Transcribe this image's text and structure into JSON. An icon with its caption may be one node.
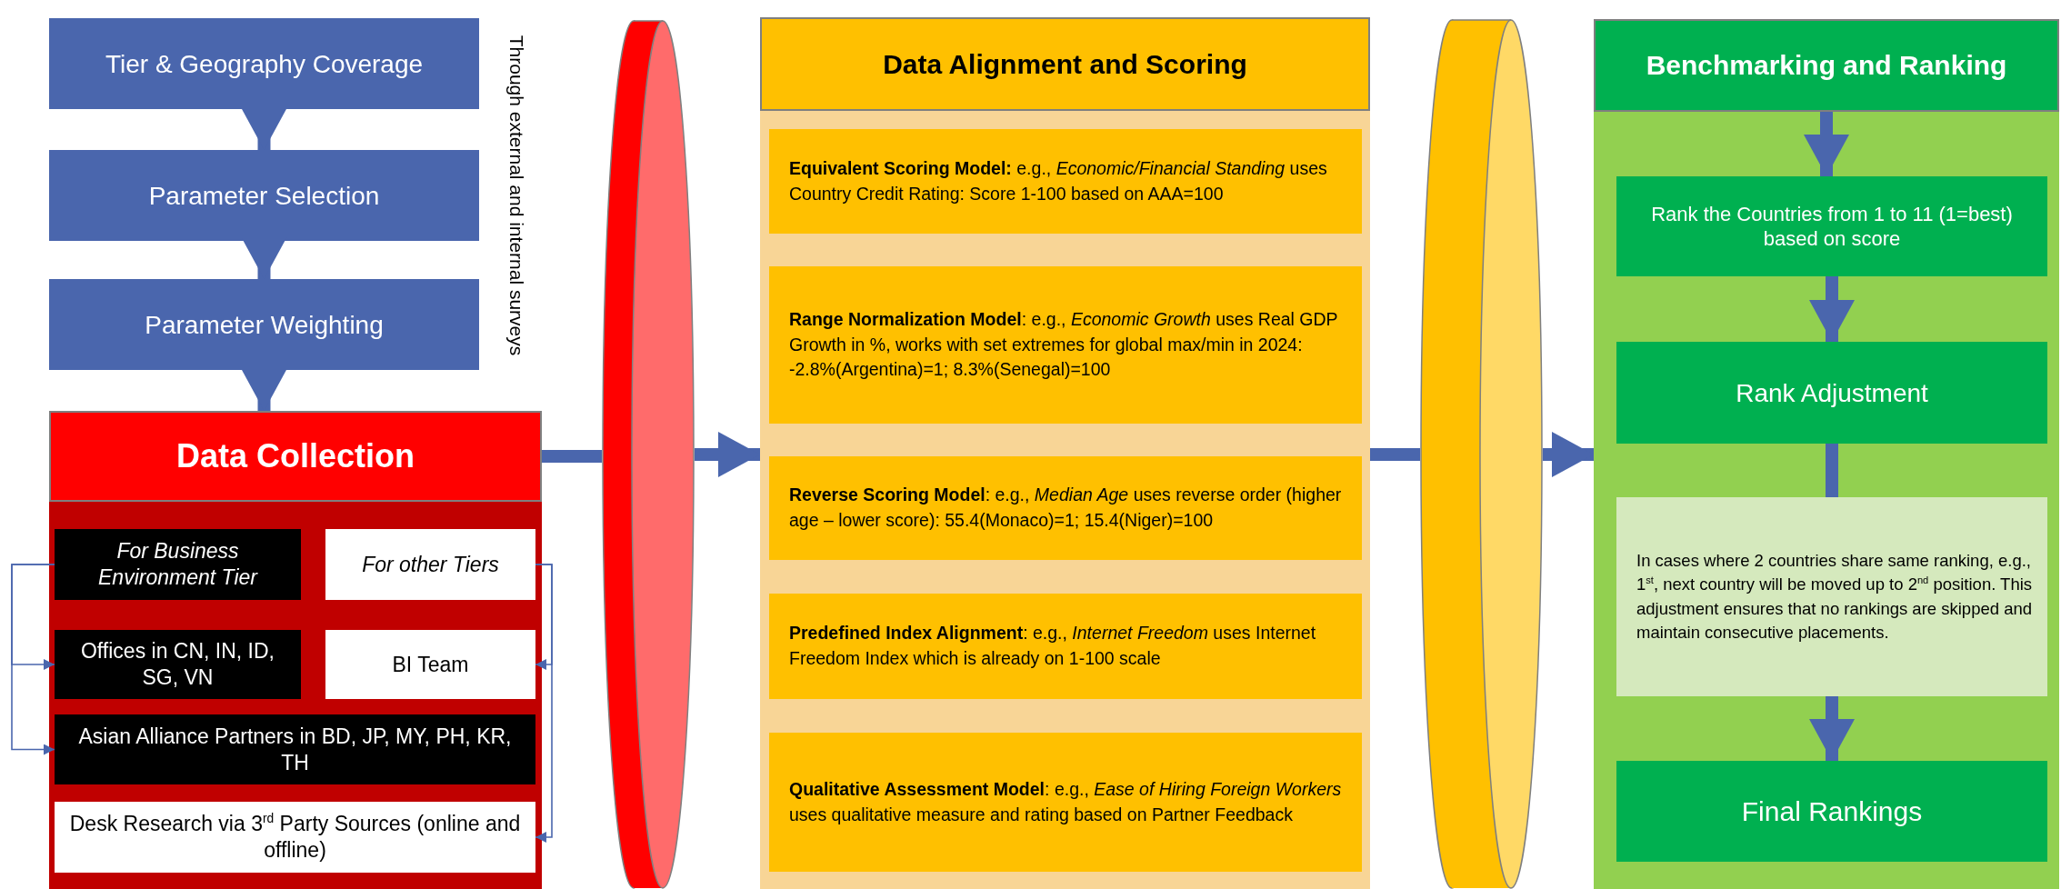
{
  "diagram": {
    "nodes": [
      {
        "text": [
          "Tier & Geography Coverage"
        ]
      },
      {
        "text": [
          "Parameter Selection"
        ]
      },
      {
        "text": [
          "Parameter Weighting"
        ]
      },
      {
        "text": [
          "Data Collection"
        ]
      },
      {
        "text": [
          "For Business Environment Tier"
        ],
        "in": 3
      },
      {
        "text": [
          "For other Tiers"
        ],
        "in": 3
      },
      {
        "text": [
          "Offices in CN, IN, ID, SG, VN"
        ],
        "in": 3
      },
      {
        "text": [
          "BI Team"
        ],
        "in": 3
      },
      {
        "text": [
          "Asian Alliance Partners in BD, JP, MY, PH, KR, TH"
        ],
        "in": 3
      },
      {
        "text": [
          "Desk Research via 3$^{rd}$ Party Sources (online and offline)"
        ],
        "in": 3
      },
      {
        "text": [],
        "shape": "cylinder"
      },
      {
        "text": [
          "Data Alignment and Scoring"
        ]
      },
      {
        "text": [
          "**Equivalent Scoring Model:** e.g., *Economic/Financial Standing* uses Country Credit Rating: Score 1-100 based on AAA=100"
        ],
        "in": 11
      },
      {
        "text": [
          "**Range Normalization Model**: e.g., *Economic Growth* uses Real GDP Growth in %, works with set extremes for global max/min in 2024: -2.8%(Argentina)=1; 8.3%(Senegal)=100"
        ],
        "in": 11
      },
      {
        "text": [
          "**Reverse Scoring Model**: e.g., *Median Age* uses reverse order (higher age – lower score): 55.4(Monaco)=1; 15.4(Niger)=100"
        ],
        "in": 11
      },
      {
        "text": [
          "**Predefined Index Alignment**: e.g., *Internet Freedom* uses Internet Freedom Index which is already on 1-100 scale"
        ],
        "in": 11
      },
      {
        "text": [
          "**Qualitative Assessment Model**: e.g., *Ease of Hiring Foreign Workers* uses qualitative measure and rating based on Partner Feedback"
        ],
        "in": 11
      },
      {
        "text": [],
        "shape": "cylinder"
      },
      {
        "text": [
          "Benchmarking and Ranking"
        ]
      },
      {
        "text": [
          "Rank the Countries from 1 to 11 (1=best) based on score"
        ],
        "in": 18
      },
      {
        "text": [
          "Rank Adjustment"
        ],
        "in": 18
      },
      {
        "text": [
          "In cases where 2 countries share same ranking, e.g., 1$^{st}$, next country will be moved up to 2$^{nd}$ position. This adjustment ensures that no rankings are skipped and maintain consecutive placements."
        ],
        "in": 18
      },
      {
        "text": [
          "Final Rankings"
        ],
        "in": 18
      }
    ],
    "edges": [
      {
        "from": 0,
        "to": 1,
        "arrow": "to"
      },
      {
        "from": 1,
        "to": 2,
        "arrow": "to"
      },
      {
        "from": 2,
        "to": 3,
        "arrow": "to"
      },
      {
        "from": 4,
        "to": 6,
        "arrow": "to"
      },
      {
        "from": 4,
        "to": 8,
        "arrow": "to"
      },
      {
        "from": 5,
        "to": 7,
        "arrow": "to"
      },
      {
        "from": 5,
        "to": 9,
        "arrow": "to"
      },
      {
        "from": 3,
        "to": 10,
        "arrow": "none"
      },
      {
        "from": 10,
        "to": 11,
        "arrow": "to"
      },
      {
        "from": 11,
        "to": 17,
        "arrow": "none"
      },
      {
        "from": 17,
        "to": 18,
        "arrow": "to"
      },
      {
        "from": null,
        "to": 19,
        "arrow": "to"
      },
      {
        "from": 19,
        "to": 20,
        "arrow": "to"
      },
      {
        "from": 20,
        "to": 21,
        "arrow": "none"
      },
      {
        "from": 21,
        "to": 22,
        "arrow": "to"
      }
    ],
    "labels": [
      "Through external and internal surveys"
    ]
  }
}
